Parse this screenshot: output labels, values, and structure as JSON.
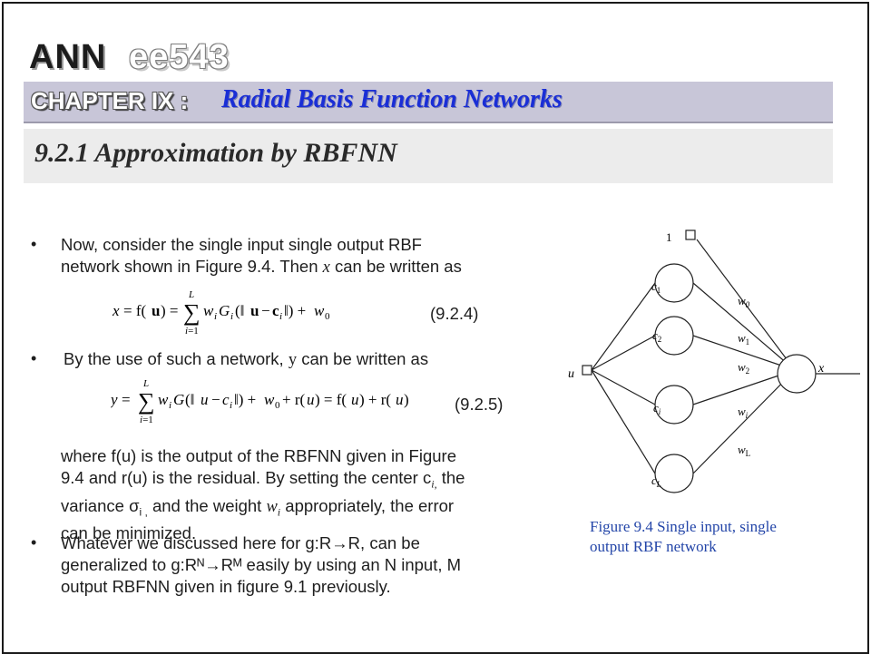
{
  "logo": {
    "ann": "ANN",
    "course": "ee543"
  },
  "chapter": {
    "label": "CHAPTER IX :",
    "title": "Radial Basis Function Networks"
  },
  "section": {
    "title": "9.2.1 Approximation by RBFNN"
  },
  "bullets": [
    {
      "line1": "Now, consider the single input single output RBF",
      "line2_prefix": "network shown in Figure 9.4. Then",
      "line2_var": "x",
      "line2_suffix": "can be written as"
    },
    {
      "prefix": "By the use of such a network,",
      "var": "y",
      "suffix": "can be written as"
    },
    {
      "line1": "Whatever we discussed here for g:R→R, can be",
      "line2": "generalized to g:Rᴺ→Rᴹ easily by using an N input, M",
      "line3": "output RBFNN given in figure 9.1 previously."
    }
  ],
  "equations": [
    {
      "number": "(9.2.4)"
    },
    {
      "number": "(9.2.5)"
    }
  ],
  "paragraph": {
    "line1": "where f(u) is the output of the RBFNN given in Figure",
    "line2": "9.4 and r(u) is the residual. By setting the center c",
    "line3": "variance σ",
    "line3b": "and the weight",
    "line3c": "appropriately, the error",
    "line4": "can be minimized."
  },
  "figure": {
    "bias_label": "1",
    "input_label": "u",
    "output_label": "x",
    "center_labels": [
      "c1",
      "c2",
      "ci",
      "cL"
    ],
    "weight_labels": [
      "w0",
      "w1",
      "w2",
      "wi",
      "wL"
    ],
    "caption_line1": "Figure 9.4 Single input, single",
    "caption_line2": "output RBF network"
  },
  "colors": {
    "chapter_bar": "#c8c6d8",
    "chapter_title": "#1a2ed6",
    "section_bar": "#ececec",
    "caption": "#2345a8"
  }
}
